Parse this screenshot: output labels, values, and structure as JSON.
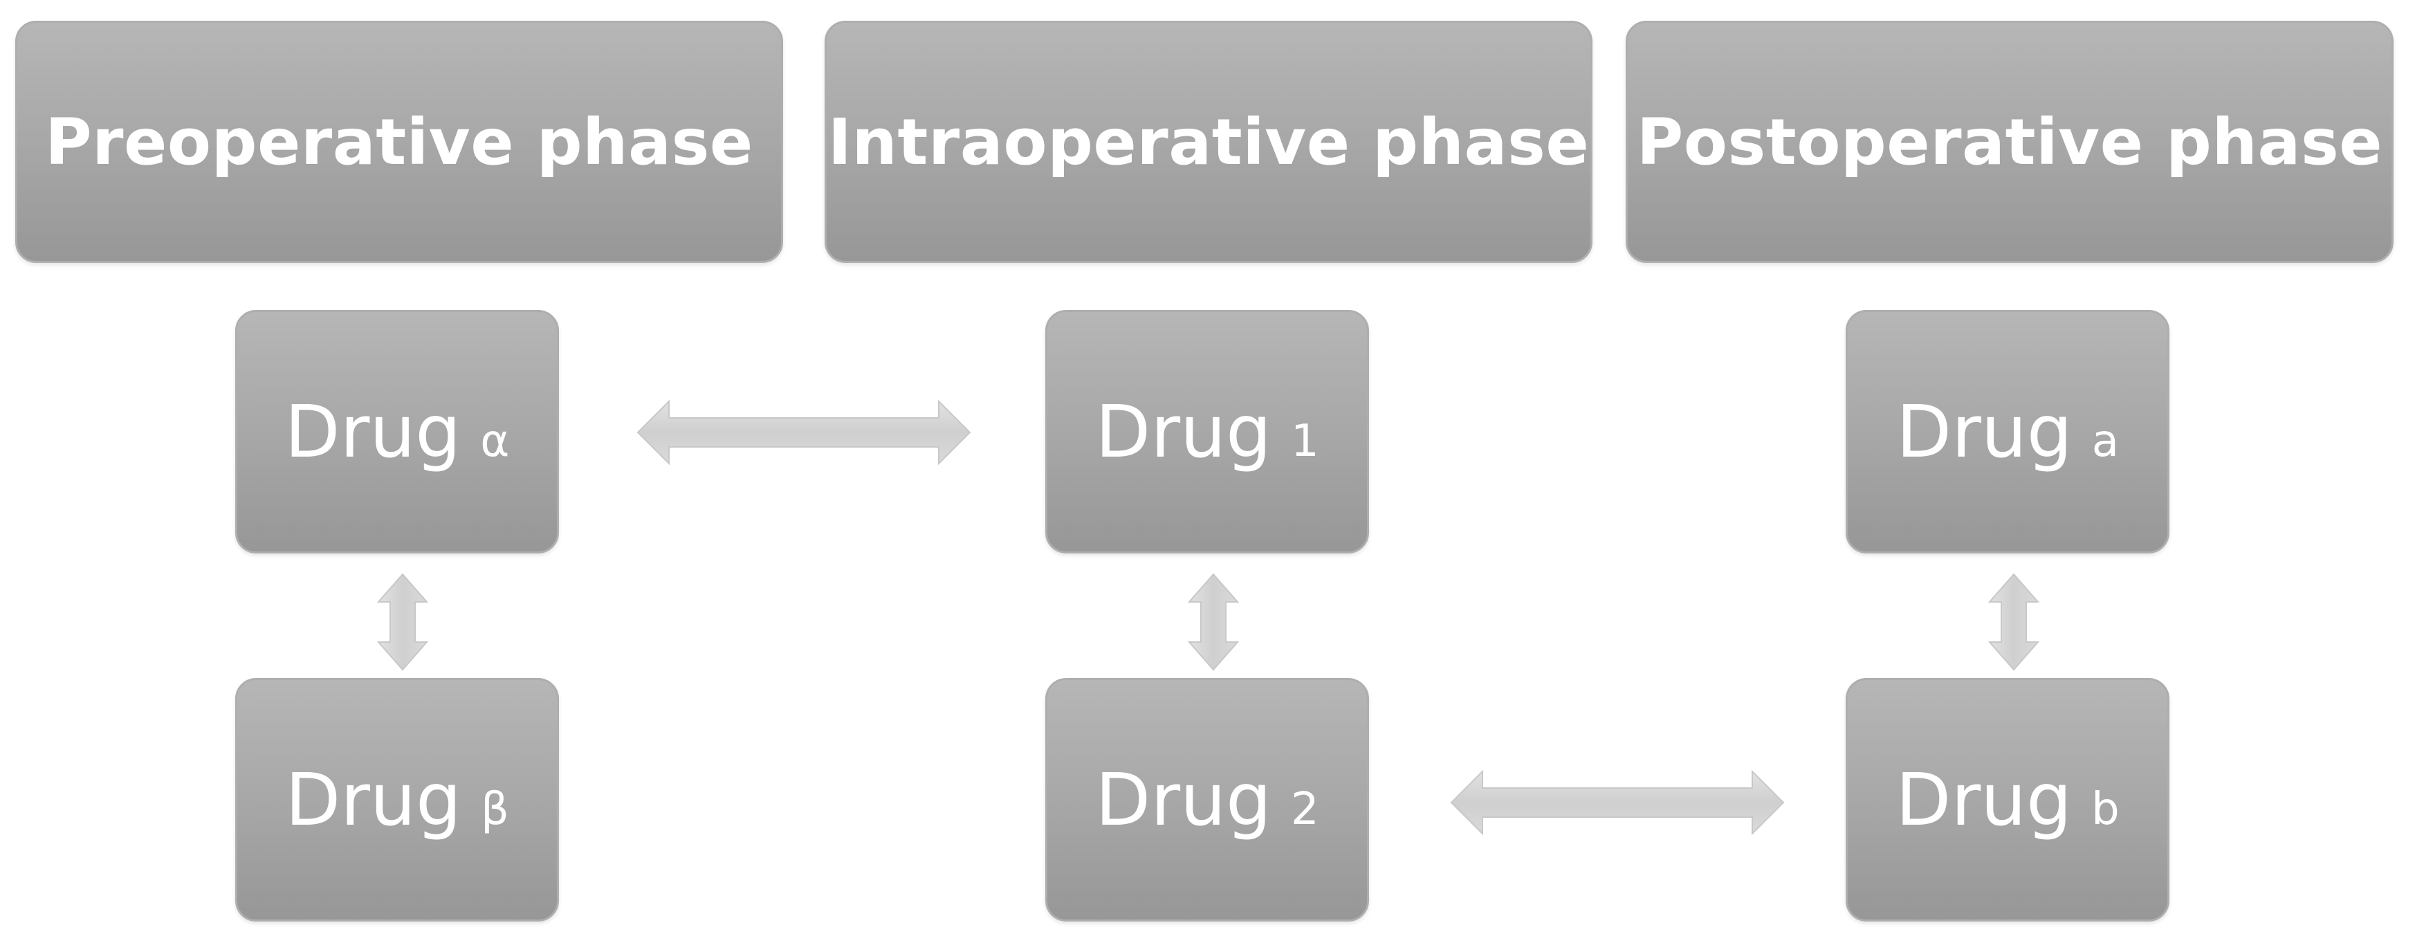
{
  "phases": [
    {
      "label": "Preoperative phase"
    },
    {
      "label": "Intraoperative phase"
    },
    {
      "label": "Postoperative phase"
    }
  ],
  "drugs": {
    "pre_top": {
      "label": "Drug",
      "subscript": "α"
    },
    "pre_bot": {
      "label": "Drug",
      "subscript": "β"
    },
    "intra_top": {
      "label": "Drug",
      "subscript": "1"
    },
    "intra_bot": {
      "label": "Drug",
      "subscript": "2"
    },
    "post_top": {
      "label": "Drug",
      "subscript": "a"
    },
    "post_bot": {
      "label": "Drug",
      "subscript": "b"
    }
  },
  "colors": {
    "box_fill": "#a6a6a6",
    "box_text": "#ffffff",
    "arrow_fill": "#d4d4d4"
  }
}
